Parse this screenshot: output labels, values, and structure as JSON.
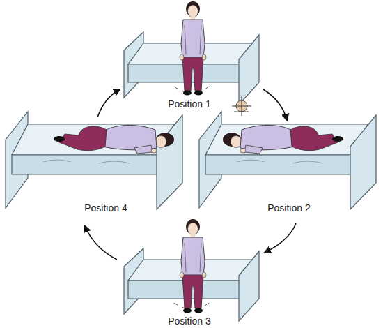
{
  "diagram": {
    "labels": [
      "Position 1",
      "Position 2",
      "Position 3",
      "Position 4"
    ]
  }
}
